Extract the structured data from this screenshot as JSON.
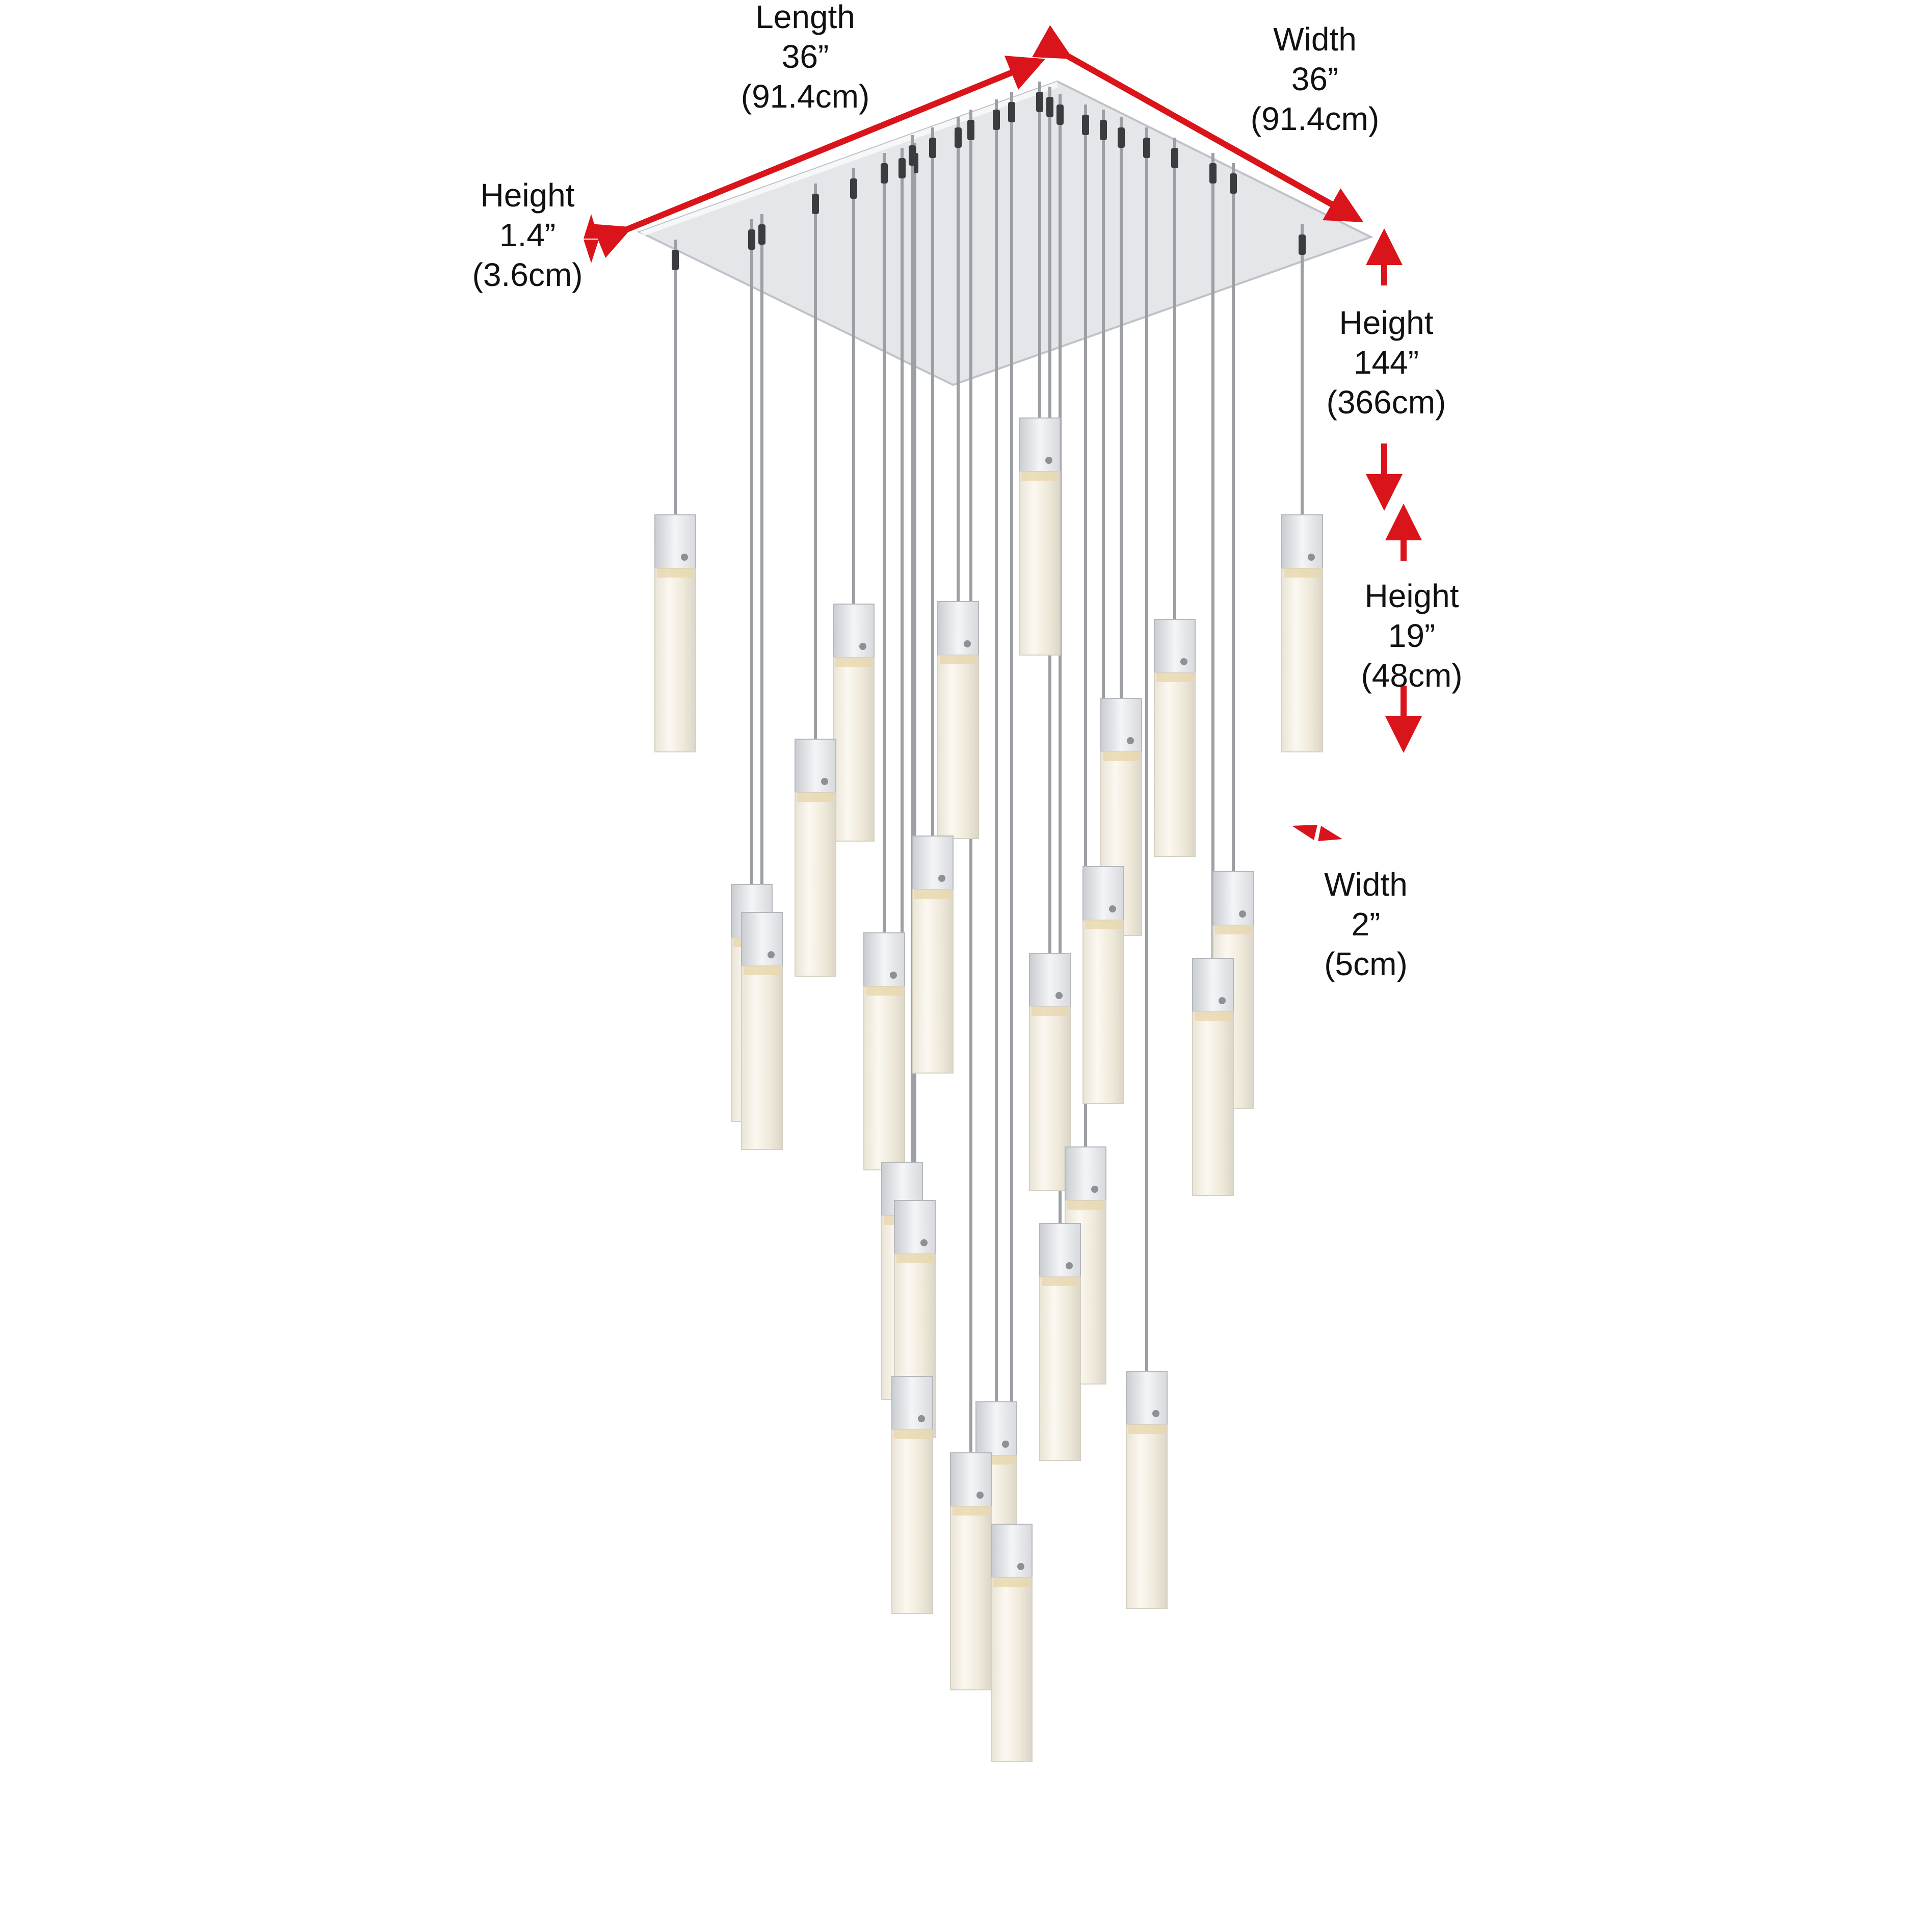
{
  "diagram": {
    "title": "Crystal pendant chandelier dimension diagram",
    "arrow_color": "#D9141A",
    "canopy_color": "#E4E6EA",
    "cord_color": "#9C9FA4",
    "crystal_color": "#F3EFE4",
    "crystal_glow_color": "#E8D7AE",
    "dimensions": {
      "length": {
        "label": "Length",
        "imperial": "36”",
        "metric": "(91.4cm)"
      },
      "width": {
        "label": "Width",
        "imperial": "36”",
        "metric": "(91.4cm)"
      },
      "canopy_height": {
        "label": "Height",
        "imperial": "1.4”",
        "metric": "(3.6cm)"
      },
      "overall_height": {
        "label": "Height",
        "imperial": "144”",
        "metric": "(366cm)"
      },
      "pendant_height": {
        "label": "Height",
        "imperial": "19”",
        "metric": "(48cm)"
      },
      "pendant_width": {
        "label": "Width",
        "imperial": "2”",
        "metric": "(5cm)"
      }
    },
    "pendant_count": 25
  }
}
